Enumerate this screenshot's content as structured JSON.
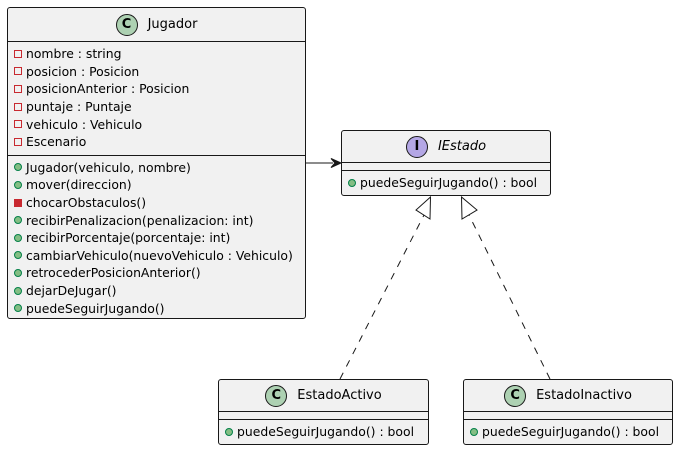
{
  "diagram": {
    "classes": [
      {
        "id": "jugador",
        "stereotype": "C",
        "name": "Jugador",
        "attributes": [
          {
            "visibility": "private",
            "text": "nombre : string"
          },
          {
            "visibility": "private",
            "text": "posicion : Posicion"
          },
          {
            "visibility": "private",
            "text": "posicionAnterior : Posicion"
          },
          {
            "visibility": "private",
            "text": "puntaje : Puntaje"
          },
          {
            "visibility": "private",
            "text": "vehiculo : Vehiculo"
          },
          {
            "visibility": "private",
            "text": "Escenario"
          }
        ],
        "methods": [
          {
            "visibility": "public",
            "text": "Jugador(vehiculo, nombre)"
          },
          {
            "visibility": "public",
            "text": "mover(direccion)"
          },
          {
            "visibility": "private",
            "text": "chocarObstaculos()"
          },
          {
            "visibility": "public",
            "text": "recibirPenalizacion(penalizacion: int)"
          },
          {
            "visibility": "public",
            "text": "recibirPorcentaje(porcentaje: int)"
          },
          {
            "visibility": "public",
            "text": "cambiarVehiculo(nuevoVehiculo : Vehiculo)"
          },
          {
            "visibility": "public",
            "text": "retrocederPosicionAnterior()"
          },
          {
            "visibility": "public",
            "text": "dejarDeJugar()"
          },
          {
            "visibility": "public",
            "text": "puedeSeguirJugando()"
          }
        ]
      },
      {
        "id": "iestado",
        "stereotype": "I",
        "name": "IEstado",
        "italic": true,
        "attributes": [],
        "methods": [
          {
            "visibility": "public",
            "text": "puedeSeguirJugando() : bool"
          }
        ]
      },
      {
        "id": "estadoactivo",
        "stereotype": "C",
        "name": "EstadoActivo",
        "attributes": [],
        "methods": [
          {
            "visibility": "public",
            "text": "puedeSeguirJugando() : bool"
          }
        ]
      },
      {
        "id": "estadoinactivo",
        "stereotype": "C",
        "name": "EstadoInactivo",
        "attributes": [],
        "methods": [
          {
            "visibility": "public",
            "text": "puedeSeguirJugando() : bool"
          }
        ]
      }
    ],
    "relations": [
      {
        "from": "jugador",
        "to": "iestado",
        "kind": "association"
      },
      {
        "from": "estadoactivo",
        "to": "iestado",
        "kind": "realization"
      },
      {
        "from": "estadoinactivo",
        "to": "iestado",
        "kind": "realization"
      }
    ],
    "colors": {
      "class_fill": "#f1f1f1",
      "border": "#181818",
      "class_badge": "#add1b2",
      "interface_badge": "#b4a7e5",
      "private": "#c82930",
      "public": "#84be84"
    }
  }
}
